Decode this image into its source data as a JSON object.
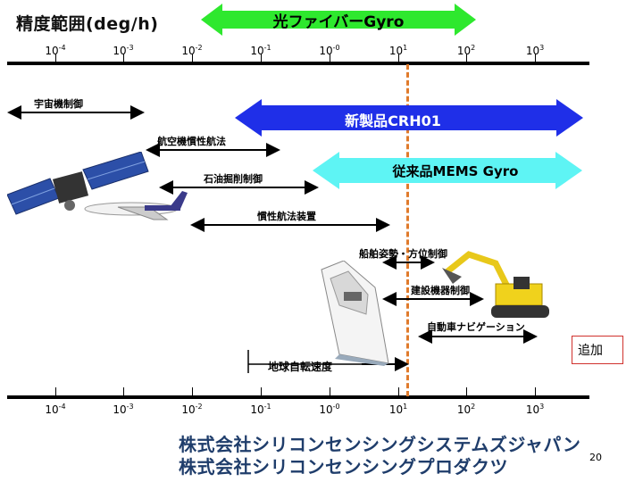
{
  "title": "精度範囲(deg/h)",
  "axis": {
    "ticks": [
      {
        "base": "10",
        "exp": "-4"
      },
      {
        "base": "10",
        "exp": "-3"
      },
      {
        "base": "10",
        "exp": "-2"
      },
      {
        "base": "10",
        "exp": "-1"
      },
      {
        "base": "10",
        "exp": "-0"
      },
      {
        "base": "10",
        "exp": "1"
      },
      {
        "base": "10",
        "exp": "2"
      },
      {
        "base": "10",
        "exp": "3"
      }
    ]
  },
  "bands": {
    "fiber": {
      "label": "光ファイバーGyro",
      "color": "#2ee82e"
    },
    "crh": {
      "label": "新製品CRH01",
      "color": "#1f2fe8"
    },
    "mems": {
      "label": "従来品MEMS Gyro",
      "color": "#5ef4f4"
    }
  },
  "applications": [
    {
      "key": "space",
      "label": "宇宙機制御"
    },
    {
      "key": "aircraft",
      "label": "航空機慣性航法"
    },
    {
      "key": "oil",
      "label": "石油掘削制御"
    },
    {
      "key": "inertial",
      "label": "慣性航法装置"
    },
    {
      "key": "ship",
      "label": "船舶姿勢・方位制御"
    },
    {
      "key": "construction",
      "label": "建設機器制御"
    },
    {
      "key": "car",
      "label": "自動車ナビゲーション"
    },
    {
      "key": "earth",
      "label": "地球自転速度"
    }
  ],
  "reference_line_color": "#e07b2c",
  "add_box": {
    "label": "追加"
  },
  "company": [
    "株式会社シリコンセンシングシステムズジャパン",
    "株式会社シリコンセンシングプロダクツ"
  ],
  "page_number": "20"
}
